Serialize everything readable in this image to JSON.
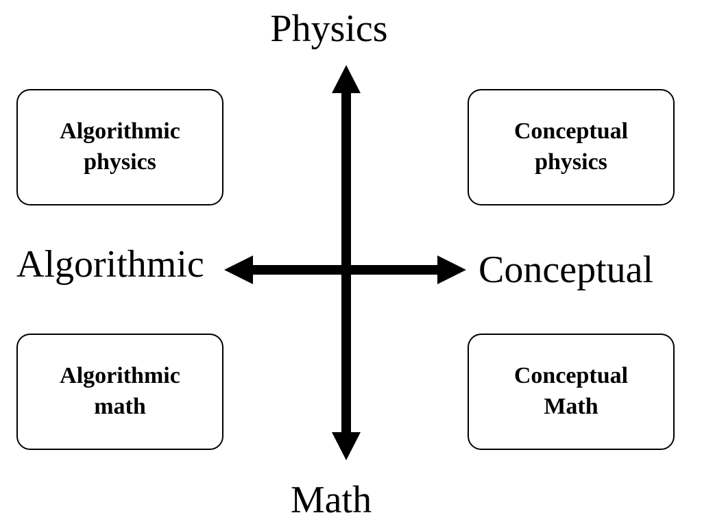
{
  "axes": {
    "top": "Physics",
    "bottom": "Math",
    "left": "Algorithmic",
    "right": "Conceptual"
  },
  "quadrants": {
    "top_left": {
      "line1": "Algorithmic",
      "line2": "physics"
    },
    "top_right": {
      "line1": "Conceptual",
      "line2": "physics"
    },
    "bottom_left": {
      "line1": "Algorithmic",
      "line2": "math"
    },
    "bottom_right": {
      "line1": "Conceptual",
      "line2": "Math"
    }
  },
  "colors": {
    "stroke": "#000000",
    "background": "#ffffff"
  }
}
